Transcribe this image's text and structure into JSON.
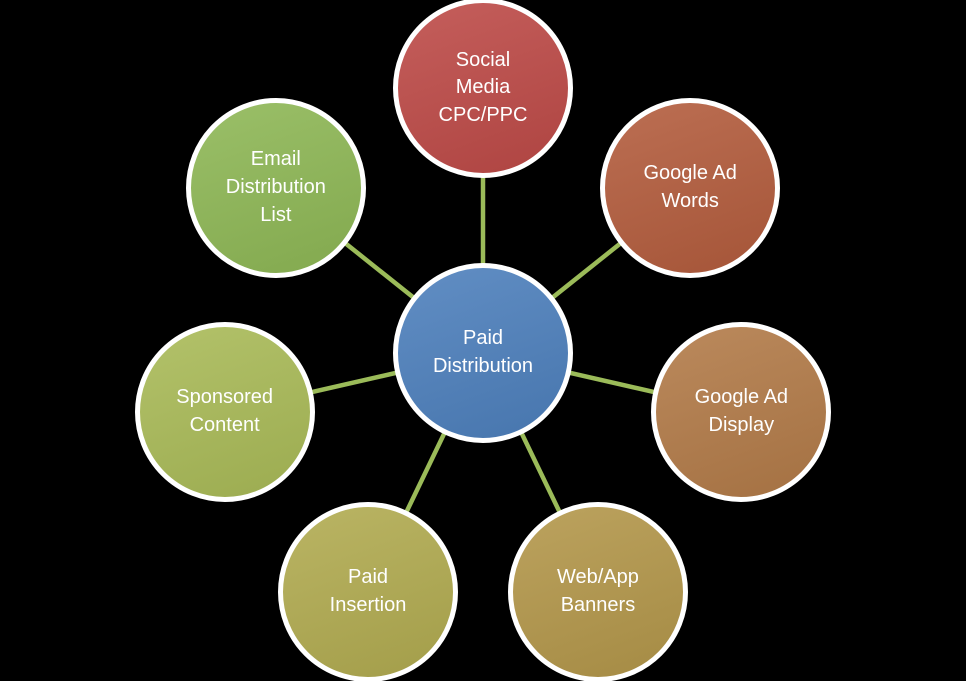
{
  "diagram": {
    "title": "Paid Distribution radial diagram",
    "background_color": "#000000",
    "connector_color": "#9BBB59",
    "text_color": "#FFFFFF",
    "hub": {
      "label": "Paid Distribution",
      "lines": [
        "Paid",
        "Distribution"
      ],
      "color": "#4F81BD"
    },
    "nodes": [
      {
        "label": "Social Media CPC/PPC",
        "lines": [
          "Social",
          "Media",
          "CPC/PPC"
        ],
        "color": "#BE4C49"
      },
      {
        "label": "Google Ad Words",
        "lines": [
          "Google Ad",
          "Words"
        ],
        "color": "#B45E3F"
      },
      {
        "label": "Google Ad Display",
        "lines": [
          "Google Ad",
          "Display"
        ],
        "color": "#B37C4A"
      },
      {
        "label": "Web/App Banners",
        "lines": [
          "Web/App",
          "Banners"
        ],
        "color": "#B4984C"
      },
      {
        "label": "Paid Insertion",
        "lines": [
          "Paid",
          "Insertion"
        ],
        "color": "#B2AC52"
      },
      {
        "label": "Sponsored Content",
        "lines": [
          "Sponsored",
          "Content"
        ],
        "color": "#AABB59"
      },
      {
        "label": "Email Distribution List",
        "lines": [
          "Email",
          "Distribution",
          "List"
        ],
        "color": "#8FB857"
      }
    ]
  }
}
